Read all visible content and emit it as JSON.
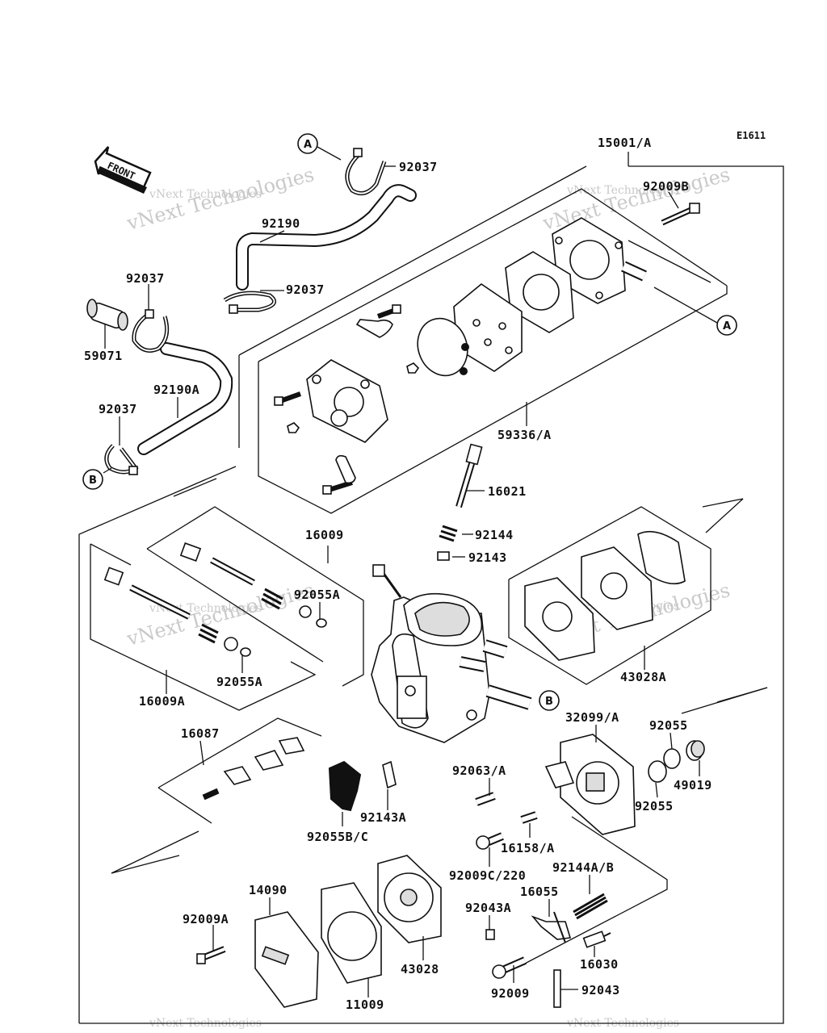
{
  "diagram_code": "E1611",
  "front_label": "FRONT",
  "watermark": "vNext Technologies",
  "refs": {
    "a": "A",
    "b": "B"
  },
  "labels": {
    "p15001": "15001/A",
    "p92037_top": "92037",
    "p92009B": "92009B",
    "p92190": "92190",
    "p92037_mid": "92037",
    "p92037_left": "92037",
    "p59071": "59071",
    "p92190A": "92190A",
    "p92037_low": "92037",
    "p59336": "59336/A",
    "p16021": "16021",
    "p92144": "92144",
    "p92143": "92143",
    "p16009": "16009",
    "p92055A_1": "92055A",
    "p92055A_2": "92055A",
    "p16009A": "16009A",
    "p43028A": "43028A",
    "p32099": "32099/A",
    "p92055_1": "92055",
    "p92055_2": "92055",
    "p49019": "49019",
    "p16087": "16087",
    "p92063": "92063/A",
    "p92143A": "92143A",
    "p92055BC": "92055B/C",
    "p16158": "16158/A",
    "p92009C": "92009C/220",
    "p92144AB": "92144A/B",
    "p16055": "16055",
    "p14090": "14090",
    "p92009A": "92009A",
    "p92043A": "92043A",
    "p16030": "16030",
    "p43028": "43028",
    "p11009": "11009",
    "p92009": "92009",
    "p92043": "92043"
  }
}
